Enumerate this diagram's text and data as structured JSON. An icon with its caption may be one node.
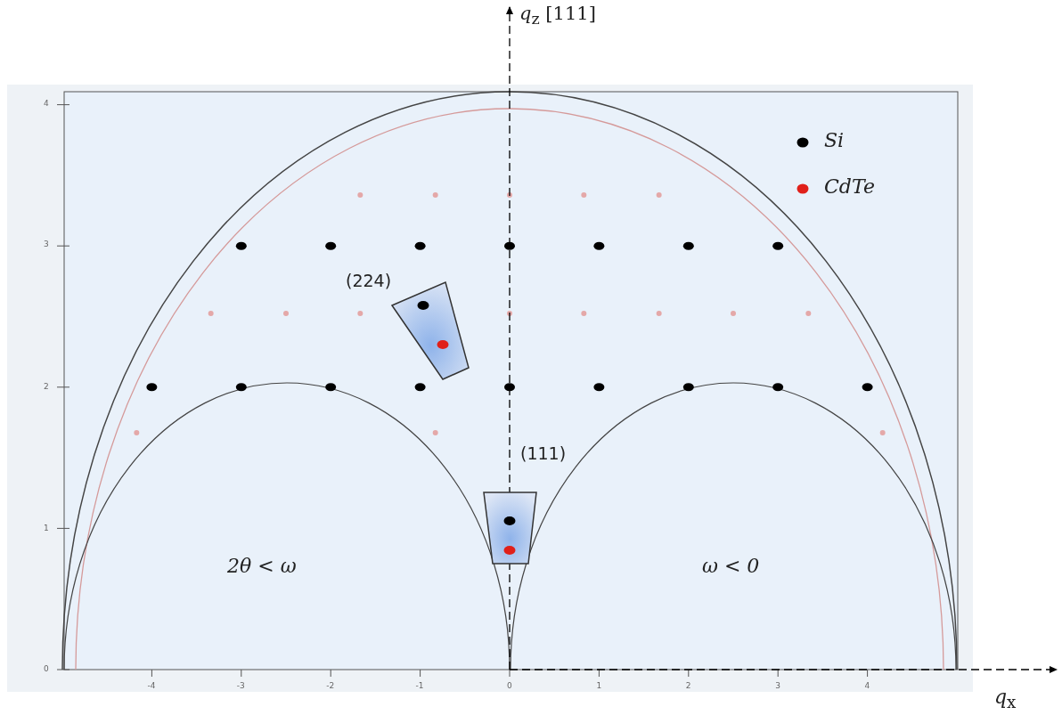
{
  "diagram": {
    "nodes": [
      {
        "text": [
          "(224)"
        ]
      },
      {
        "text": [
          "(111)"
        ]
      }
    ],
    "labels": [
      "*q*$_{z}$ [111]",
      "4",
      "3",
      "2",
      "1",
      "0",
      "2θ < ω",
      "ω < 0",
      "-4",
      "-3",
      "-2",
      "-1",
      "0",
      "1",
      "2",
      "3",
      "4",
      "*q*$_{x}$"
    ],
    "legend": [
      {
        "text": "Si",
        "color": "#000000"
      },
      {
        "text": "CdTe",
        "color": "#e0201a"
      }
    ]
  }
}
